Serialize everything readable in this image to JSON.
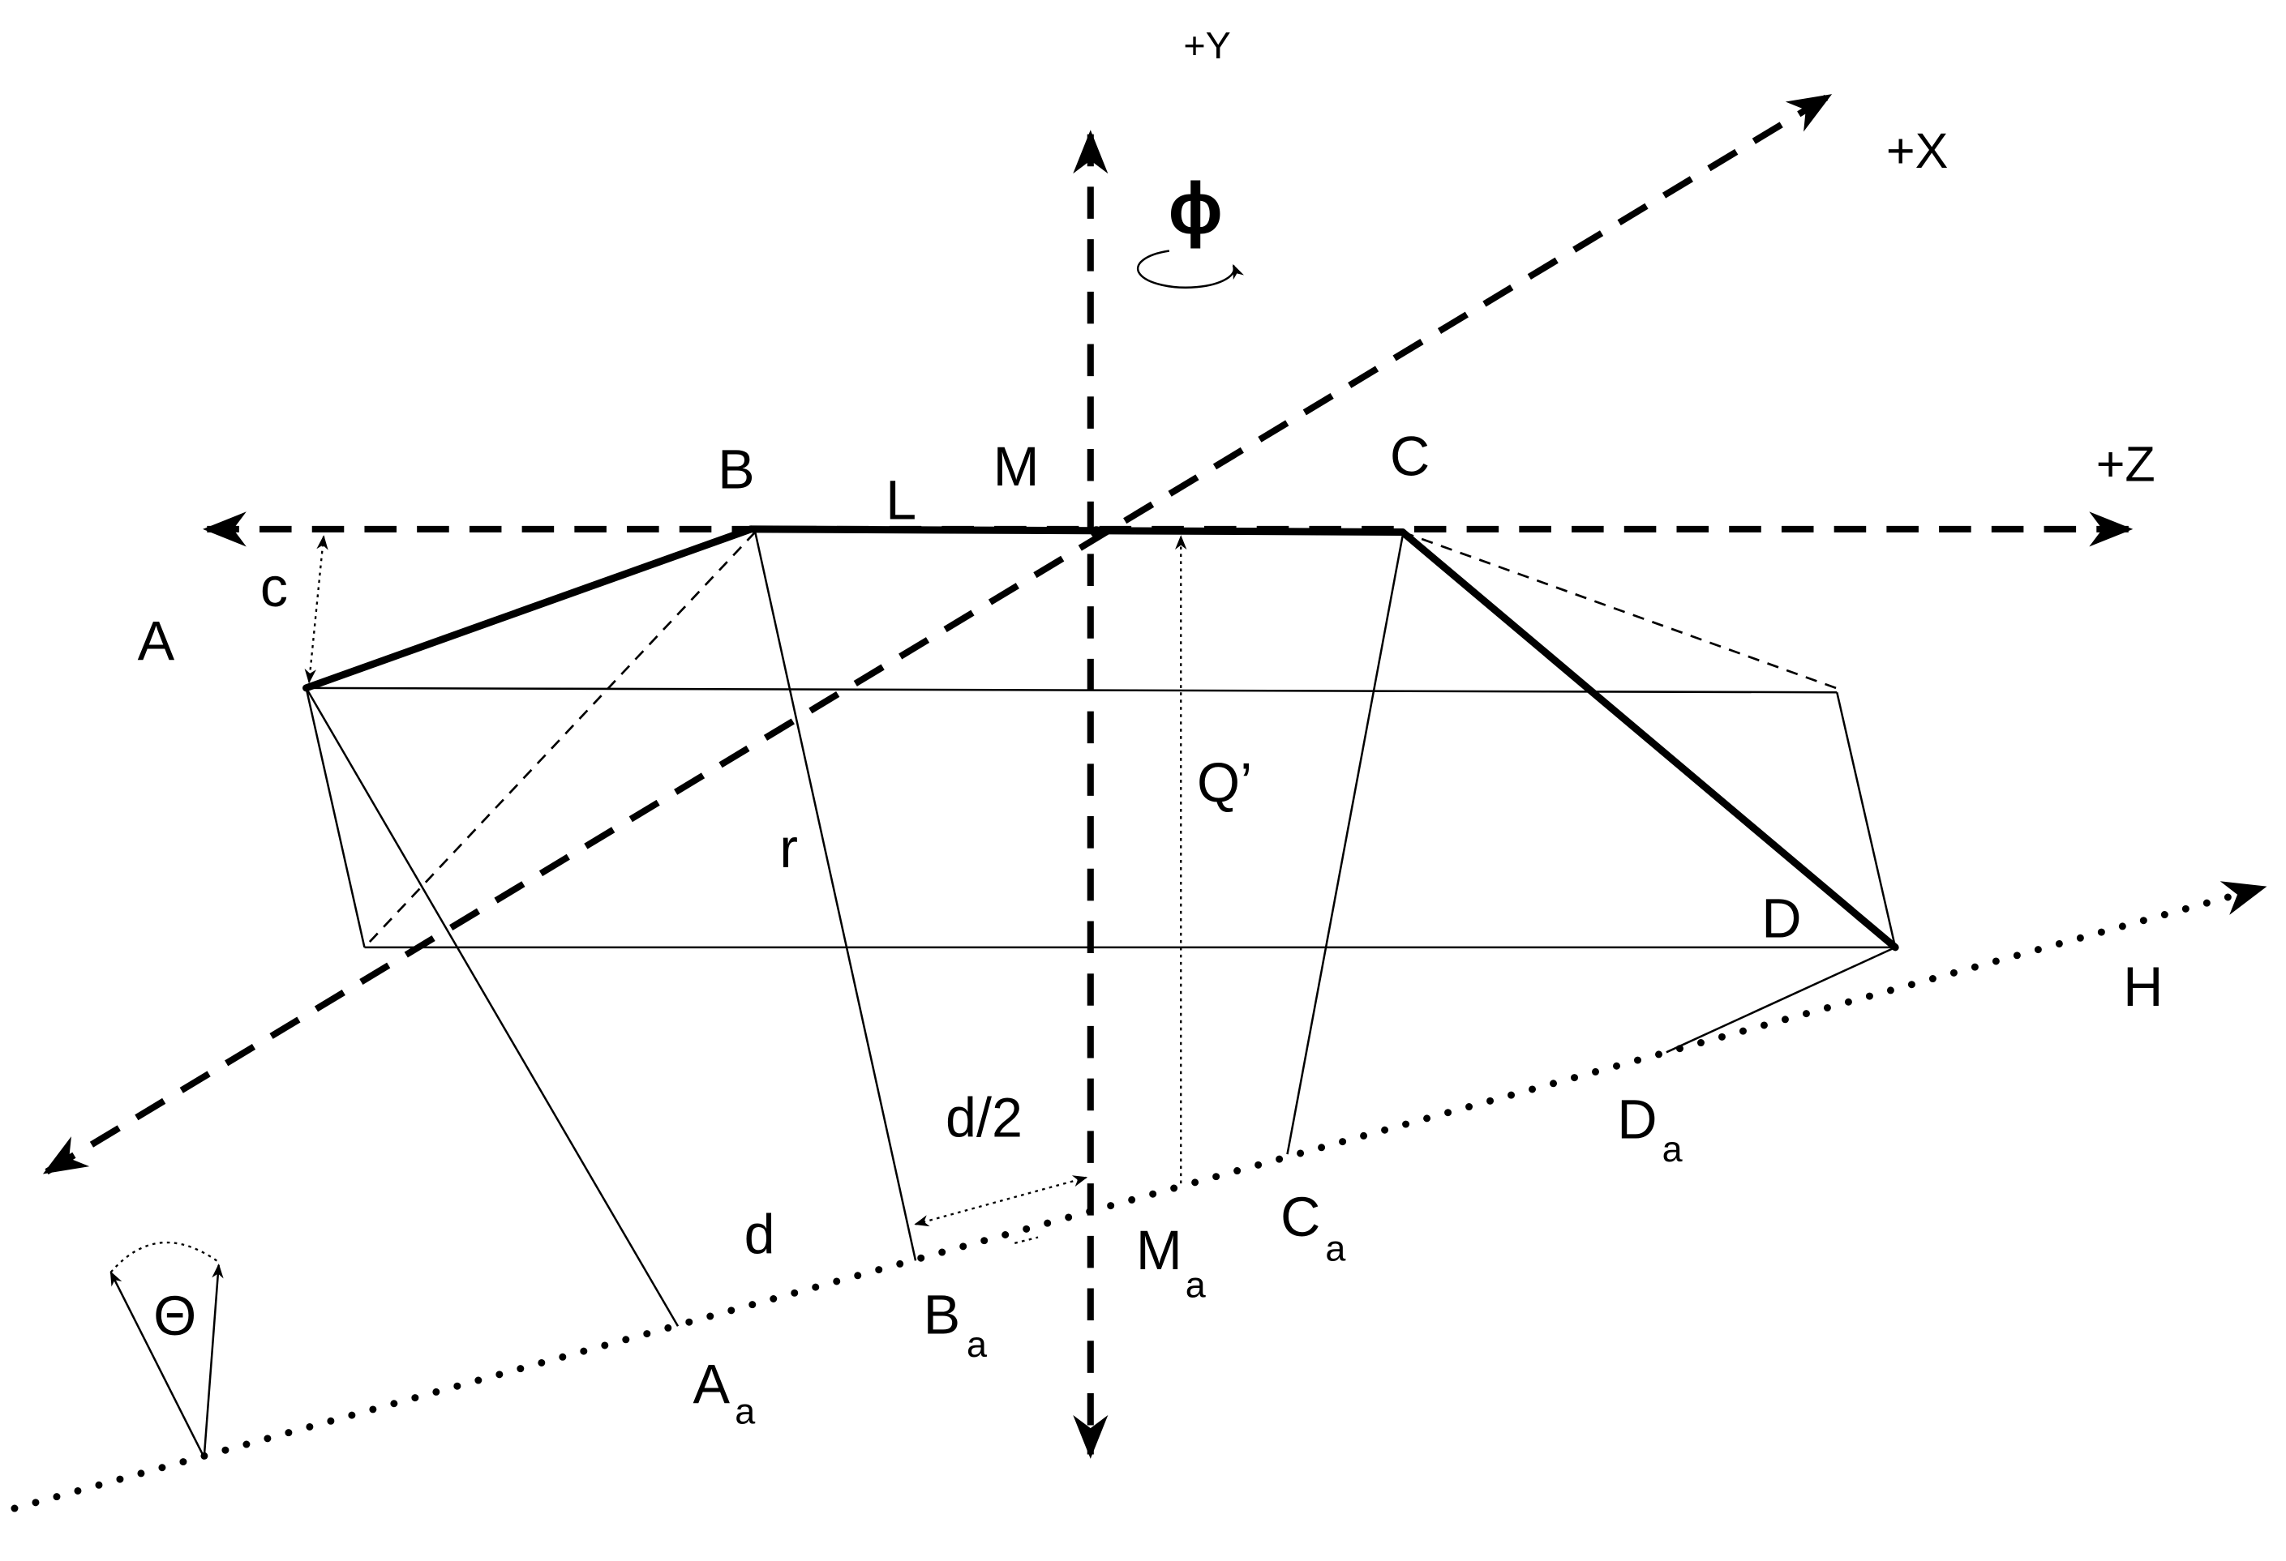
{
  "colors": {
    "ink": "#000000",
    "background": "#ffffff"
  },
  "labels": {
    "plus_y": "+Y",
    "plus_x": "+X",
    "plus_z": "+Z",
    "h": "H",
    "phi": "ϕ",
    "point_a": "A",
    "point_b": "B",
    "point_c": "C",
    "point_d": "D",
    "point_m": "M",
    "l": "L",
    "c_small": "c",
    "r": "r",
    "q_prime": "Q’",
    "d_half": "d/2",
    "d": "d",
    "theta": "Θ"
  },
  "subscripted": {
    "a_a": {
      "base": "A",
      "sub": "a"
    },
    "b_a": {
      "base": "B",
      "sub": "a"
    },
    "c_a": {
      "base": "C",
      "sub": "a"
    },
    "m_a": {
      "base": "M",
      "sub": "a"
    },
    "d_a": {
      "base": "D",
      "sub": "a"
    }
  }
}
